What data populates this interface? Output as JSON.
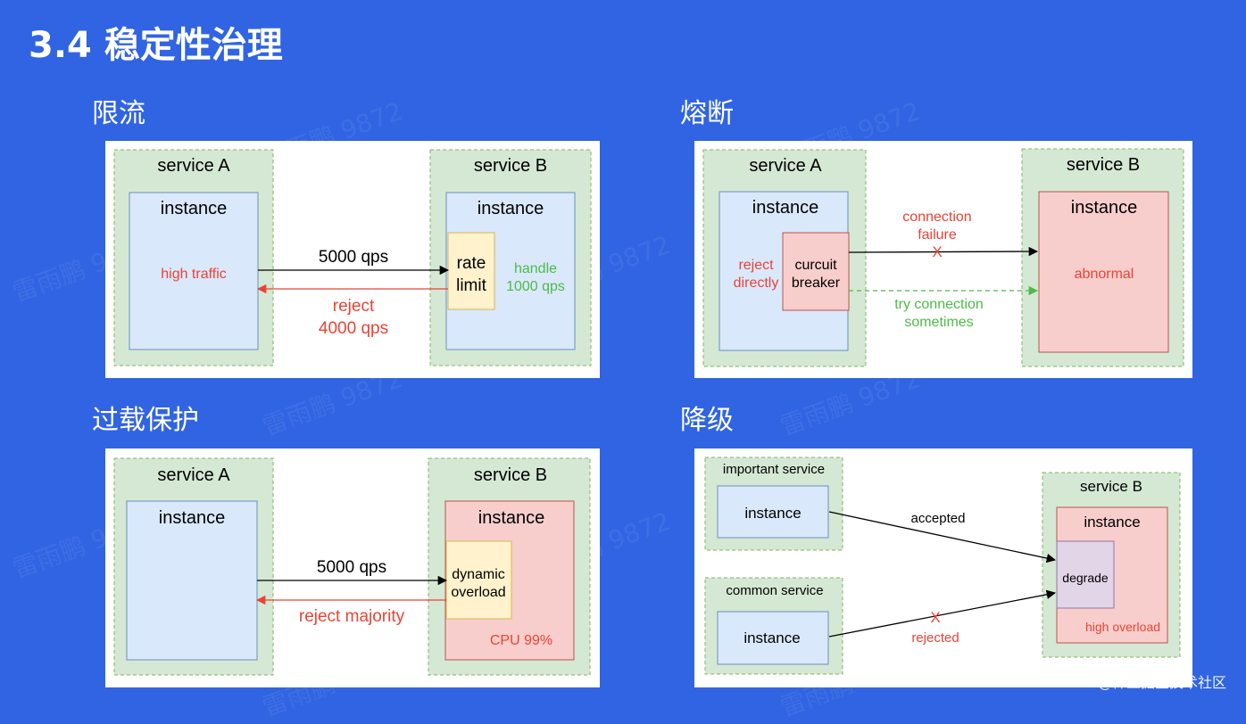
{
  "title": "3.4 稳定性治理",
  "credit": "@稀土掘金技术社区",
  "watermark": "雷雨鹏 9872",
  "sections": {
    "rate_limit": {
      "heading": "限流",
      "service_a": "service A",
      "service_b": "service B",
      "instance_a": "instance",
      "instance_b": "instance",
      "traffic": "high traffic",
      "qps": "5000 qps",
      "limiter_1": "rate",
      "limiter_2": "limit",
      "handle_1": "handle",
      "handle_2": "1000 qps",
      "reject_1": "reject",
      "reject_2": "4000 qps"
    },
    "circuit_breaker": {
      "heading": "熔断",
      "service_a": "service A",
      "service_b": "service B",
      "instance_a": "instance",
      "instance_b": "instance",
      "breaker_1": "curcuit",
      "breaker_2": "breaker",
      "reject_1": "reject",
      "reject_2": "directly",
      "conn_fail_1": "connection",
      "conn_fail_2": "failure",
      "x_mark": "X",
      "try_1": "try connection",
      "try_2": "sometimes",
      "abnormal": "abnormal"
    },
    "overload": {
      "heading": "过载保护",
      "service_a": "service A",
      "service_b": "service B",
      "instance_a": "instance",
      "instance_b": "instance",
      "qps": "5000 qps",
      "dyn_1": "dynamic",
      "dyn_2": "overload",
      "reject": "reject majority",
      "cpu": "CPU 99%"
    },
    "degrade": {
      "heading": "降级",
      "important": "important service",
      "common": "common service",
      "instance_imp": "instance",
      "instance_com": "instance",
      "service_b": "service B",
      "instance_b": "instance",
      "accepted": "accepted",
      "x_mark": "X",
      "rejected": "rejected",
      "degrade": "degrade",
      "overload": "high overload"
    }
  },
  "colors": {
    "background": "#3064e2",
    "service_fill": "#d5e8d4",
    "service_stroke": "#82b366",
    "instance_fill": "#dae8fc",
    "instance_stroke": "#6c8ebf",
    "limiter_fill": "#fff2cc",
    "limiter_stroke": "#d6b656",
    "error_fill": "#f8cecc",
    "error_stroke": "#b85450",
    "reject_text": "#ea4335",
    "ok_text": "#4cbb47",
    "degrade_fill": "#e1d5e7",
    "degrade_stroke": "#9673a6"
  }
}
